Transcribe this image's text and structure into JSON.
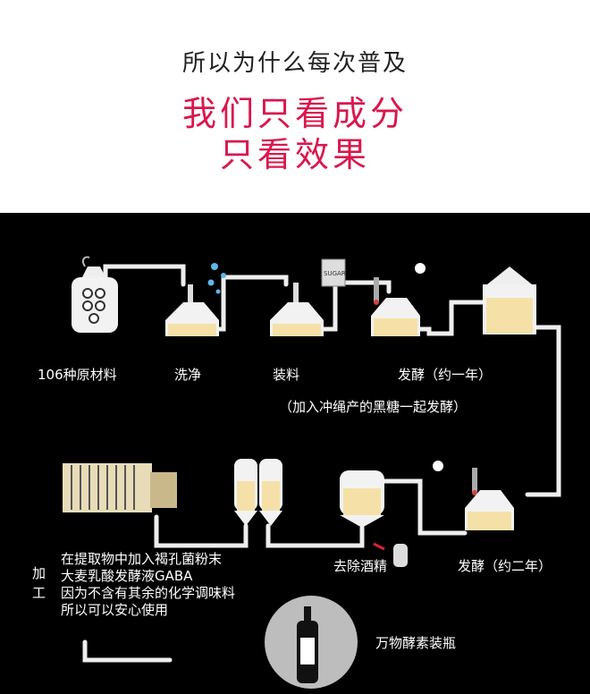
{
  "header": {
    "subtitle": "所以为什么每次普及",
    "headline_line1": "我们只看成分",
    "headline_line2": "只看效果"
  },
  "process": {
    "step_materials": "106种原材料",
    "step_wash": "洗净",
    "step_load": "装料",
    "step_ferment_year1": "发酵（约一年）",
    "note_sugar": "（加入冲绳产的黑糖一起发酵）",
    "step_ferment_year2": "发酵（约二年）",
    "step_remove_alcohol": "去除酒精",
    "processing_label": "加\n工",
    "processing_notes": [
      "在提取物中加入褐孔菌粉末",
      "大麦乳酸发酵液GABA",
      "因为不含有其余的化学调味料",
      "所以可以安心使用"
    ],
    "bottling": "万物酵素装瓶",
    "sugar_bag_text": "SUGAR"
  },
  "colors": {
    "headline": "#d8184e",
    "liquid": "#f5e1a8",
    "background": "#000000"
  }
}
